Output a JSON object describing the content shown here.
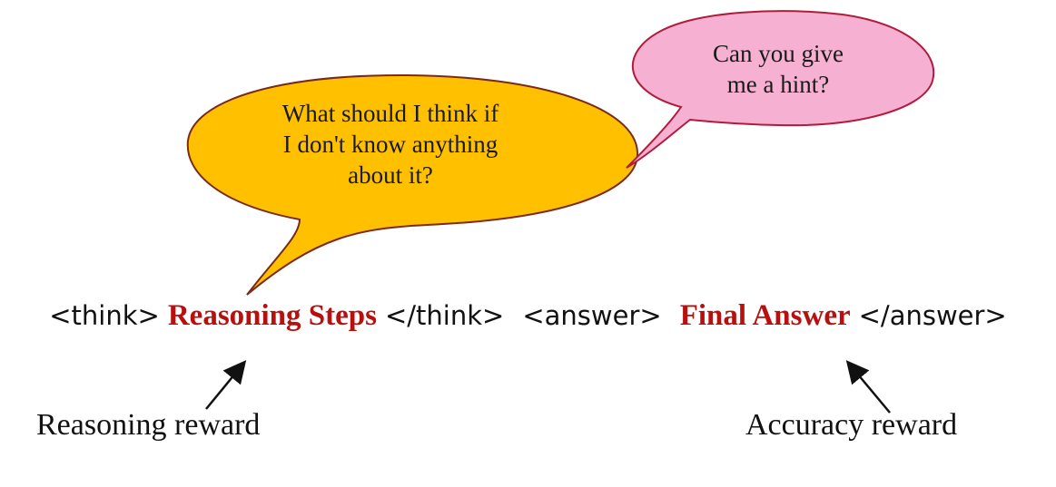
{
  "thought_bubble": {
    "lines": [
      "What should I think if",
      "I don't know anything",
      "about it?"
    ],
    "fill": "#ffc000",
    "stroke": "#7a2a1a"
  },
  "hint_bubble": {
    "lines": [
      "Can you give",
      "me a hint?"
    ],
    "fill": "#f6b0d2",
    "stroke": "#b01c3c"
  },
  "format": {
    "think_open": "<think>",
    "reasoning_slot": "Reasoning Steps",
    "think_close": "</think>",
    "answer_open": "<answer>",
    "answer_slot": "Final Answer",
    "answer_close": "</answer>",
    "slot_color": "#b80f0f"
  },
  "rewards": {
    "reasoning": "Reasoning reward",
    "accuracy": "Accuracy reward"
  }
}
